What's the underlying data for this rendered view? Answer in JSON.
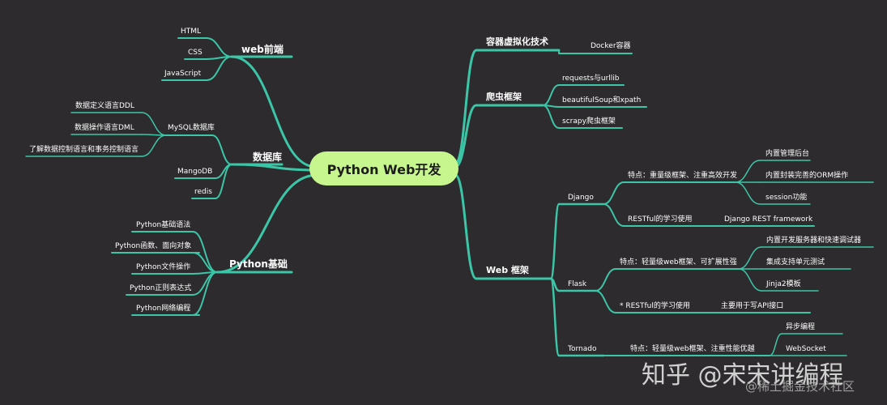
{
  "center": "Python Web开发",
  "branches": {
    "web_frontend": {
      "label": "web前端",
      "items": [
        "HTML",
        "CSS",
        "JavaScript"
      ]
    },
    "database": {
      "label": "数据库",
      "mysql": {
        "label": "MySQL数据库",
        "items": [
          "数据定义语言DDL",
          "数据操作语言DML",
          "了解数据控制语言和事务控制语言"
        ]
      },
      "items": [
        "MangoDB",
        "redis"
      ]
    },
    "python_basics": {
      "label": "Python基础",
      "items": [
        "Python基础语法",
        "Python函数、面向对象",
        "Python文件操作",
        "Python正则表达式",
        "Python网络编程"
      ]
    },
    "container": {
      "label": "容器虚拟化技术",
      "items": [
        "Docker容器"
      ]
    },
    "crawler": {
      "label": "爬虫框架",
      "items": [
        "requests与urllib",
        "beautifulSoup和xpath",
        "scrapy爬虫框架"
      ]
    },
    "web_framework": {
      "label": "Web 框架",
      "django": {
        "label": "Django",
        "feature": {
          "label": "特点：重量级框架、注重高效开发",
          "items": [
            "内置管理后台",
            "内置封装完善的ORM操作",
            "session功能"
          ]
        },
        "rest": {
          "label": "RESTful的学习使用",
          "item": "Django REST framework"
        }
      },
      "flask": {
        "label": "Flask",
        "feature": {
          "label": "特点：轻量级web框架、可扩展性强",
          "items": [
            "内置开发服务器和快速调试器",
            "集成支持单元测试",
            "Jinja2模板"
          ]
        },
        "rest": {
          "label": "* RESTful的学习使用",
          "item": "主要用于写API接口"
        }
      },
      "tornado": {
        "label": "Tornado",
        "feature": {
          "label": "特点：轻量级web框架、注重性能优越",
          "items": [
            "异步编程",
            "WebSocket"
          ]
        }
      }
    }
  },
  "watermark": {
    "main": "知乎 @宋宋讲编程",
    "sub": "@稀土掘金技术社区"
  },
  "colors": {
    "line": "#3cc6a8",
    "center_fill": "#c7f58e",
    "background": "#2d2b2d",
    "text": "#ffffff"
  }
}
